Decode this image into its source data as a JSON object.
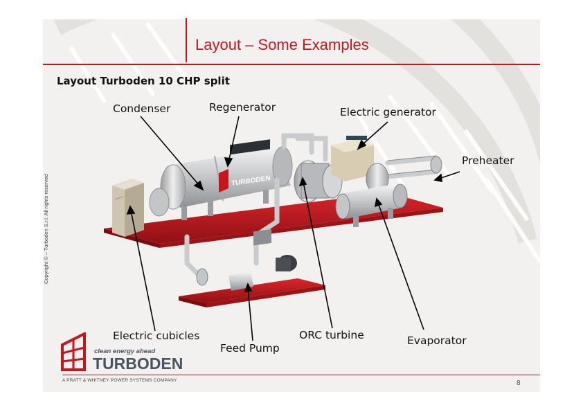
{
  "slide": {
    "title": "Layout – Some Examples",
    "subtitle": "Layout Turboden 10 CHP split",
    "page_number": "8",
    "copyright": "Copyright © – Turboden S.r.l. All rights reserved"
  },
  "labels": {
    "condenser": "Condenser",
    "regenerator": "Regenerator",
    "electric_generator": "Electric generator",
    "preheater": "Preheater",
    "electric_cubicles": "Electric cubicles",
    "feed_pump": "Feed Pump",
    "orc_turbine": "ORC turbine",
    "evaporator": "Evaporator"
  },
  "logo": {
    "tagline": "clean energy ahead",
    "name": "TURBODEN",
    "company": "A PRATT & WHITNEY POWER SYSTEMS COMPANY",
    "equipment_text": "TURBODEN"
  },
  "colors": {
    "accent": "#c4161c",
    "logo_gray": "#4a5361"
  }
}
